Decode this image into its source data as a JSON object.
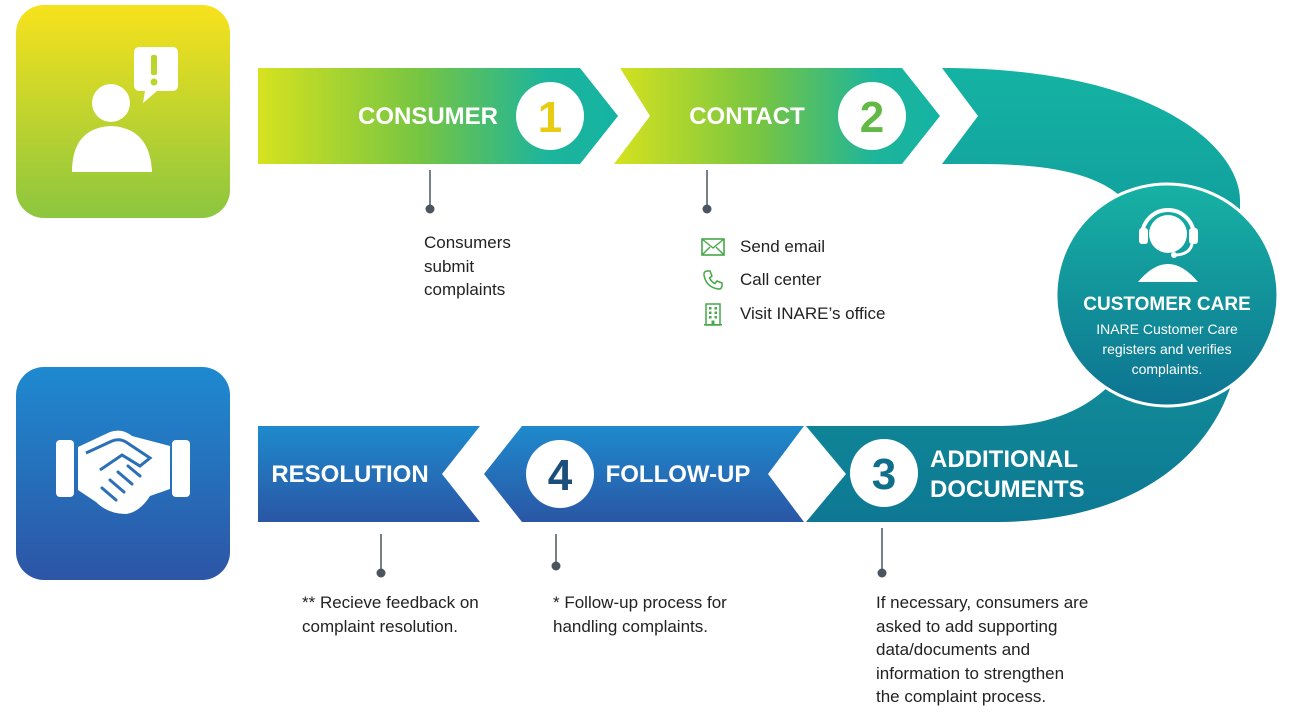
{
  "colors": {
    "yellow": "#F4DE1E",
    "green": "#8CC63F",
    "teal": "#14B3A3",
    "blue": "#1E87CD",
    "navy": "#2C5AA8",
    "dark_teal": "#0E6F8A",
    "number_text_green": "#E8CC14",
    "number_text_teal": "#14807a",
    "number_text_navy": "#1B4F7B",
    "connector": "#4A5560"
  },
  "steps": {
    "consumer": {
      "label": "CONSUMER",
      "number": "1"
    },
    "contact": {
      "label": "CONTACT",
      "number": "2"
    },
    "additional": {
      "label_line1": "ADDITIONAL",
      "label_line2": "DOCUMENTS",
      "number": "3"
    },
    "followup": {
      "label": "FOLLOW-UP",
      "number": "4"
    },
    "resolution": {
      "label": "RESOLUTION"
    }
  },
  "customer_care": {
    "title": "CUSTOMER CARE",
    "desc_line1": "INARE Customer Care",
    "desc_line2": "registers and verifies",
    "desc_line3": "complaints."
  },
  "descriptions": {
    "consumer": [
      "Consumers",
      "submit",
      "complaints"
    ],
    "contact": [
      {
        "icon": "email-icon",
        "label": "Send email"
      },
      {
        "icon": "phone-icon",
        "label": "Call center"
      },
      {
        "icon": "building-icon",
        "label": "Visit INARE’s office"
      }
    ],
    "additional": [
      "If necessary, consumers are",
      "asked to add supporting",
      "data/documents and",
      "information to strengthen",
      "the complaint process."
    ],
    "followup": [
      "* Follow-up process for",
      "handling complaints."
    ],
    "resolution": [
      "** Recieve feedback on",
      "complaint resolution."
    ]
  }
}
